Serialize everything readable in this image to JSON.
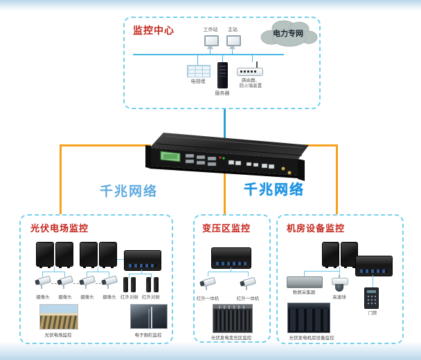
{
  "colors": {
    "trunk_orange": "#F5A11C",
    "uplink_blue": "#2D9FD6",
    "panel_border_cyan": "#72D0EC",
    "title_red": "#C4251C",
    "left_net_label_color": "#5CAADE",
    "right_net_label_color": "#1D93E2"
  },
  "monitor_center": {
    "title": "监控中心",
    "workstation_label": "工作站",
    "master_label": "主站",
    "cloud_label": "电力专网",
    "tv_wall_label": "电视墙",
    "server_label": "服务器",
    "router_label_line1": "路由器、",
    "router_label_line2": "防火墙装置"
  },
  "network": {
    "left_label": "千兆网络",
    "right_label": "千兆网络"
  },
  "pv_field": {
    "title": "光伏电场监控",
    "camera_labels": [
      "摄像头",
      "摄像头",
      "摄像头",
      "摄像头"
    ],
    "ir_pair_labels": [
      "红外对射",
      "红外对射"
    ],
    "field_photo_caption": "光伏电场监控",
    "fence_photo_caption": "电子围栏监控"
  },
  "transformer_area": {
    "title": "变压区监控",
    "camera_labels": [
      "红外一体机",
      "红外一体机"
    ],
    "photo_caption": "光伏发电变压区监控"
  },
  "equipment_room": {
    "title": "机房设备监控",
    "collector_label": "数据采集器",
    "dome_label": "高速球",
    "door_label": "门禁",
    "photo_caption": "光伏发电机房设备监控"
  }
}
